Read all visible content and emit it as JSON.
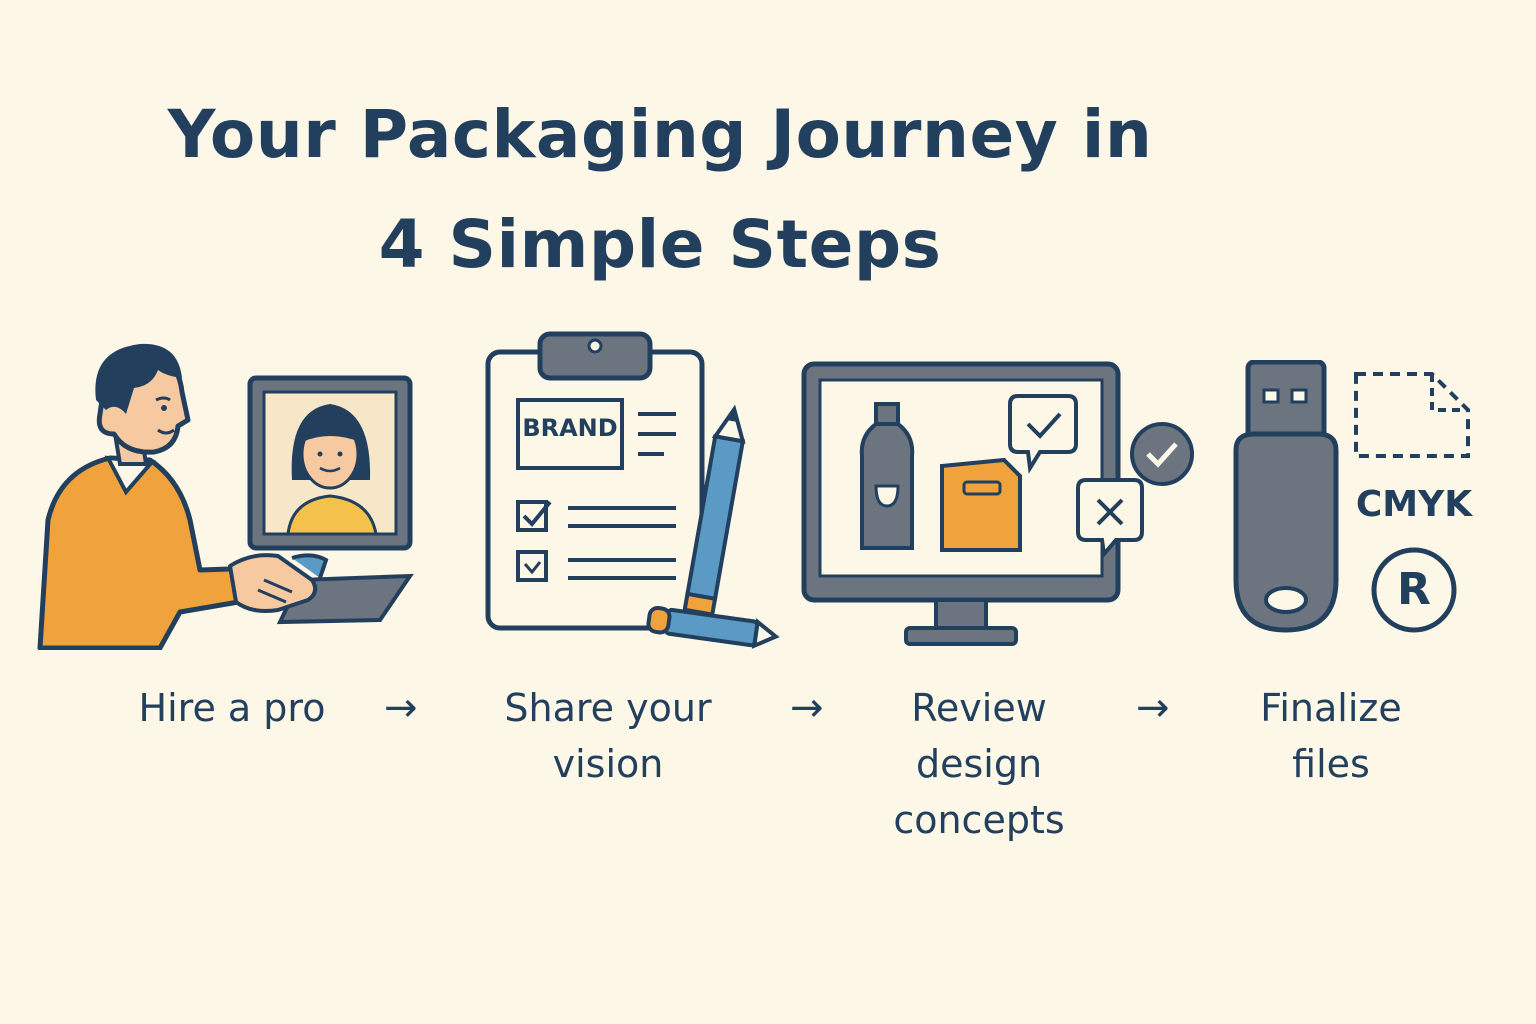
{
  "title": {
    "line1": "Your Packaging Journey in",
    "line2": "4 Simple Steps"
  },
  "steps": [
    {
      "label_lines": [
        "Hire a pro"
      ],
      "icon": "handshake-video-call-icon"
    },
    {
      "label_lines": [
        "Share your",
        "vision"
      ],
      "icon": "brand-brief-clipboard-icon"
    },
    {
      "label_lines": [
        "Review",
        "design",
        "concepts"
      ],
      "icon": "monitor-concepts-icon"
    },
    {
      "label_lines": [
        "Finalize",
        "files"
      ],
      "icon": "usb-files-icon"
    }
  ],
  "arrows": [
    "→",
    "→",
    "→"
  ],
  "artwork_text": {
    "brand": "BRAND",
    "cmyk": "CMYK",
    "registered": "R"
  },
  "colors": {
    "background": "#fdf7e8",
    "ink": "#22405e",
    "orange": "#f0a33c",
    "blue": "#5b9ac4",
    "gray": "#6c7480",
    "yellow": "#f4c14b"
  }
}
